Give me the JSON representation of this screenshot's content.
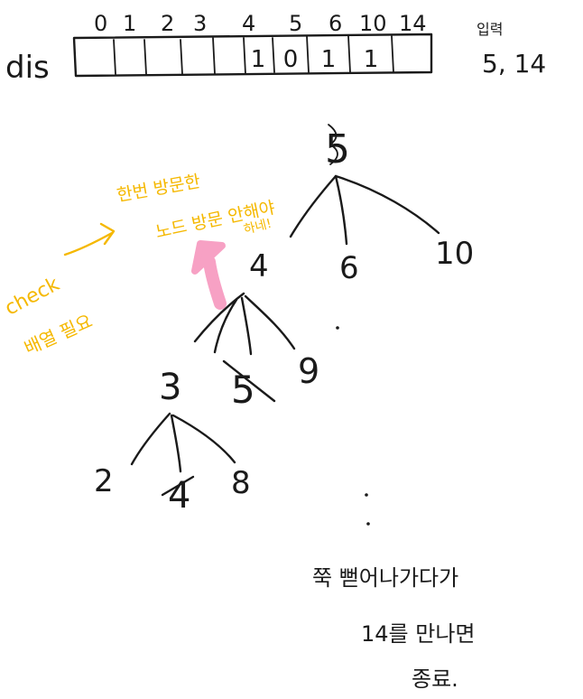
{
  "array": {
    "name": "dis",
    "indices": [
      "0",
      "1",
      "2",
      "3",
      "4",
      "5",
      "6",
      "10",
      "14"
    ],
    "cells": [
      "",
      "",
      "",
      "",
      "1",
      "0",
      "1",
      "1",
      ""
    ],
    "input_label": "입력",
    "input_value": "5, 14"
  },
  "tree": {
    "root": "5",
    "level1": [
      "4",
      "6",
      "10"
    ],
    "level2": [
      "3",
      "5",
      "9"
    ],
    "level3": [
      "2",
      "4",
      "8"
    ]
  },
  "notes": {
    "yellow_line1": "한번 방문한",
    "yellow_line2": "노드 방문 안해야",
    "yellow_line3": "하네!",
    "check_line1": "check",
    "check_line2": "배열 필요",
    "bottom_line1": "쭉 뻗어나가다가",
    "bottom_line2": "14를 만나면",
    "bottom_line3": "종료."
  },
  "colors": {
    "ink": "#1a1a1a",
    "highlight_yellow": "#f5b800",
    "arrow_pink": "#f7a1c4"
  }
}
